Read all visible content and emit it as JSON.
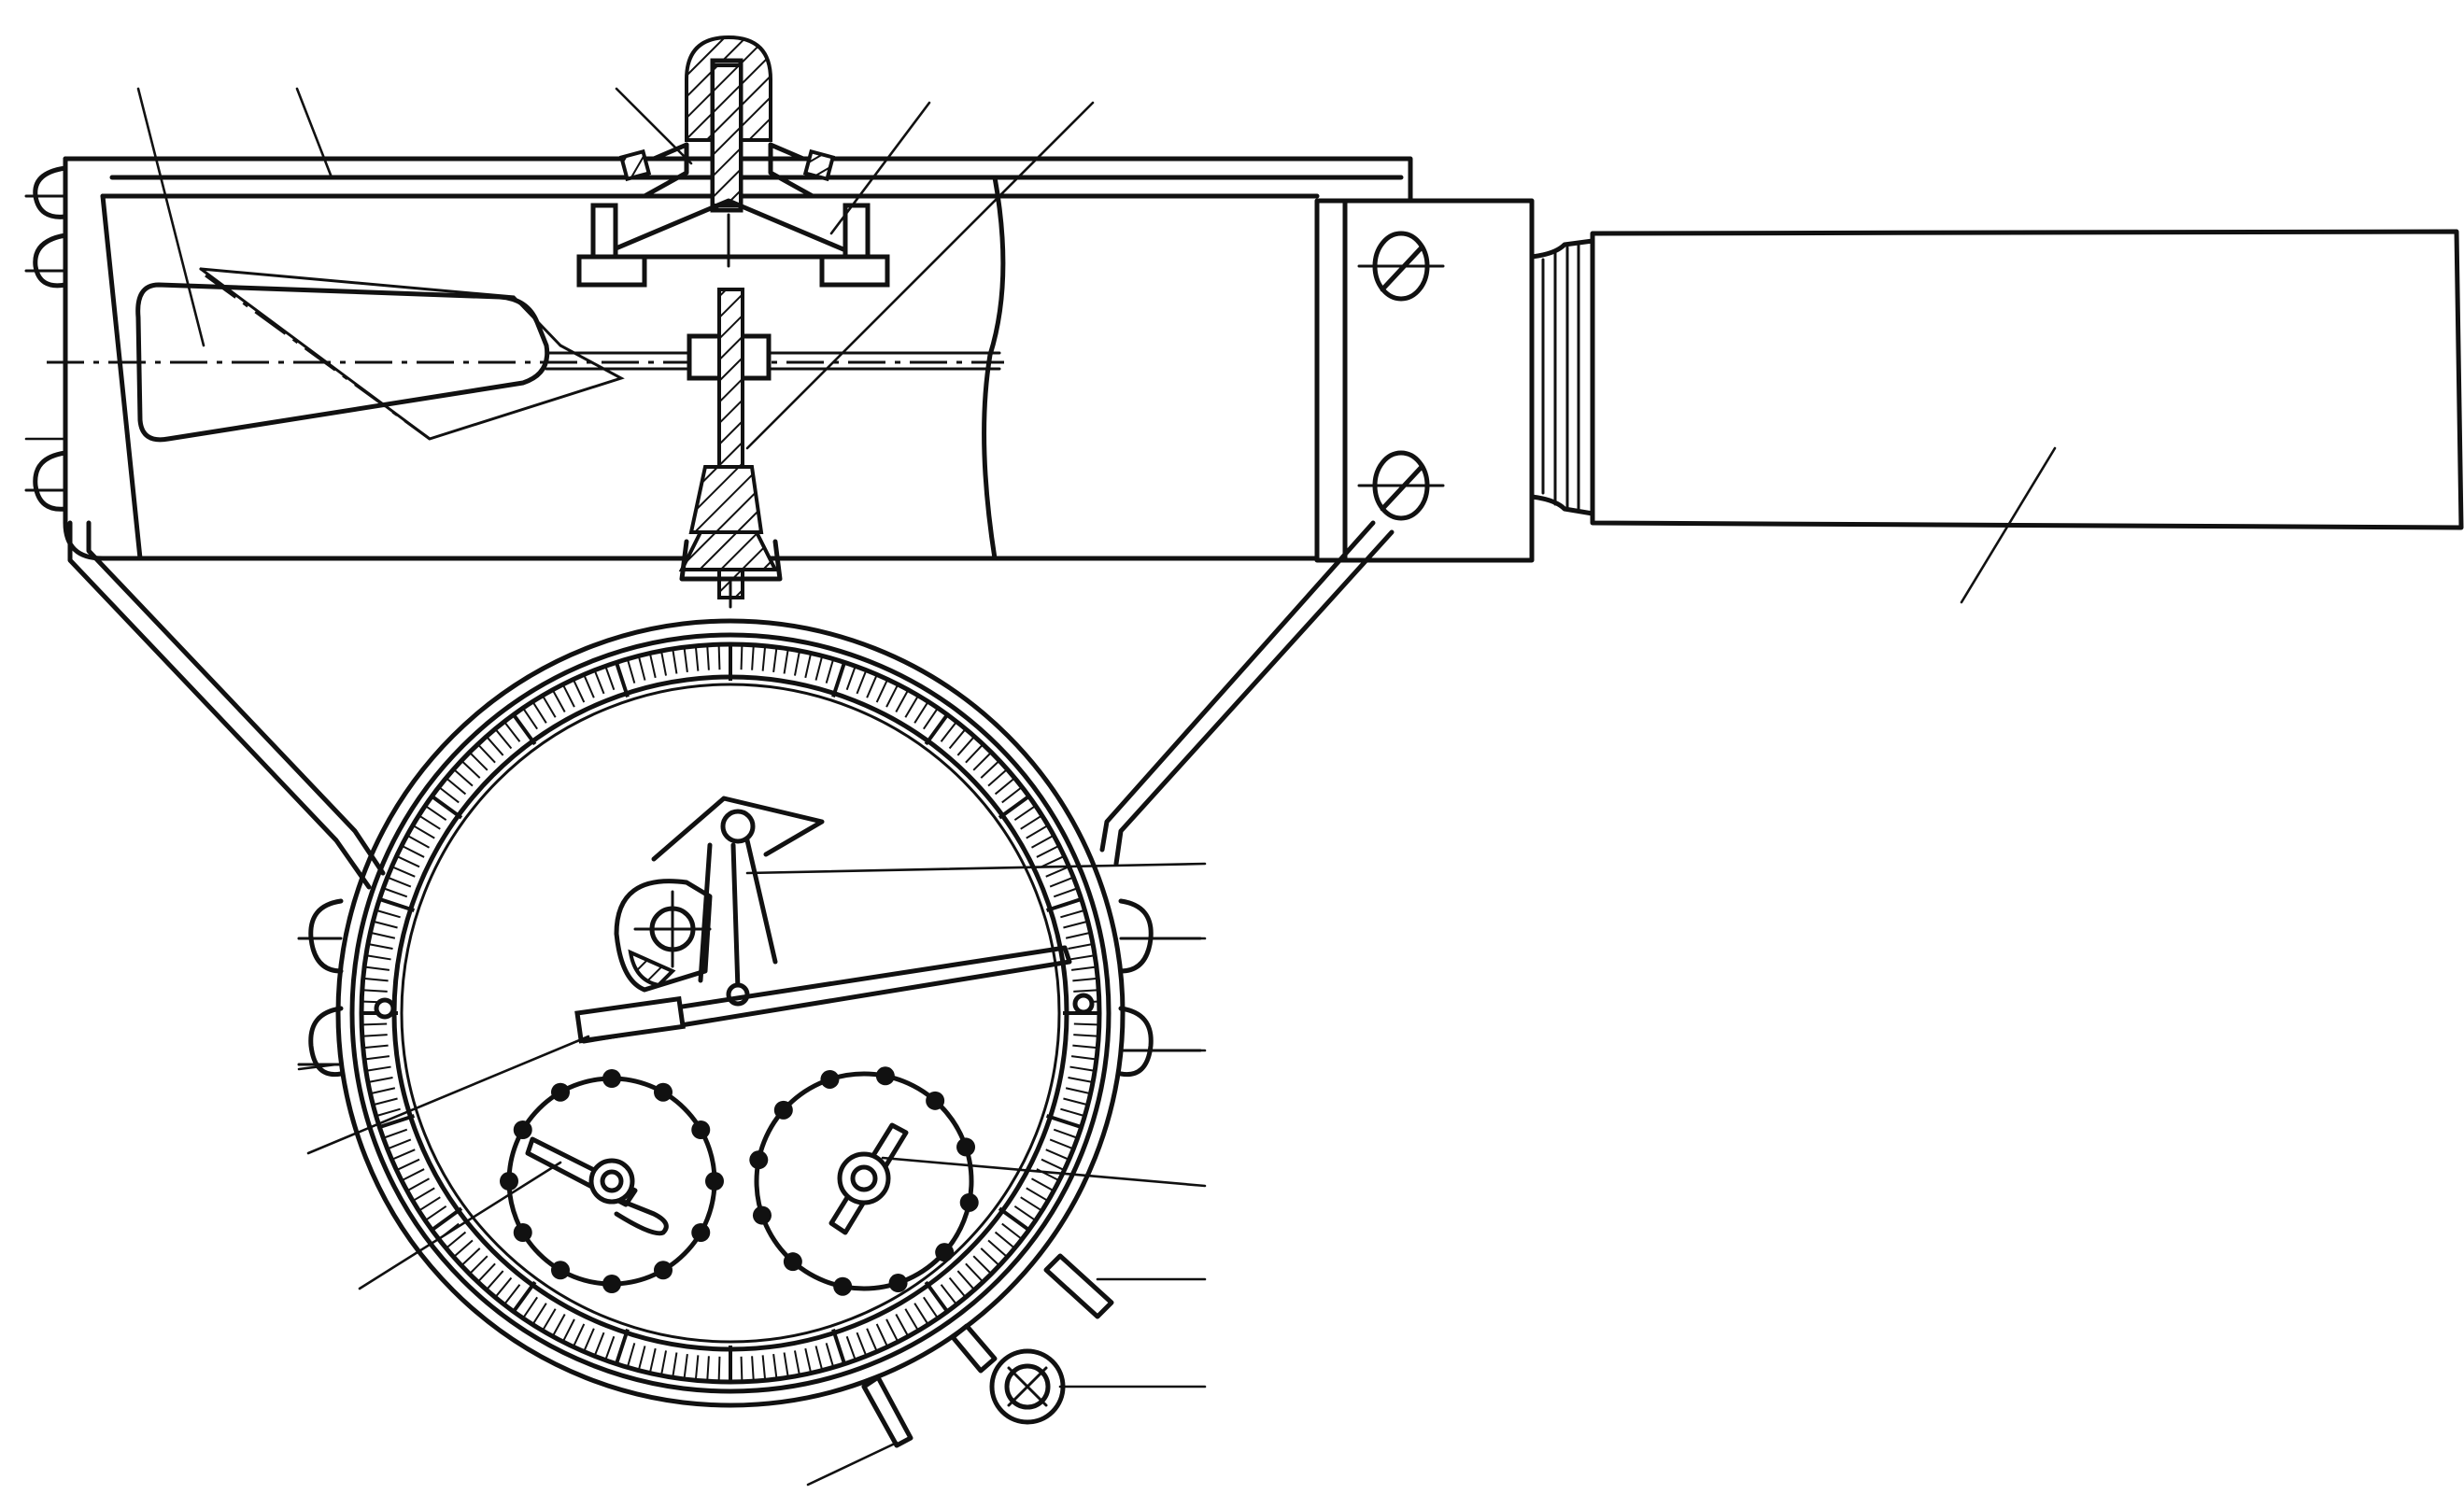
{
  "figure": {
    "kind": "technical line drawing",
    "colors": {
      "ink": "#111111",
      "paper": "#ffffff"
    },
    "components": [
      "housing",
      "handle",
      "clamp-block",
      "top-adjustment-knob",
      "pendulum-weight",
      "threaded-spindle",
      "dial",
      "dial-scale",
      "pointer-lever",
      "pivot-mechanism",
      "left-counter-wheel",
      "right-counter-wheel",
      "reset-lever",
      "locking-screw",
      "support-arms"
    ],
    "leader_line_count": 18
  }
}
